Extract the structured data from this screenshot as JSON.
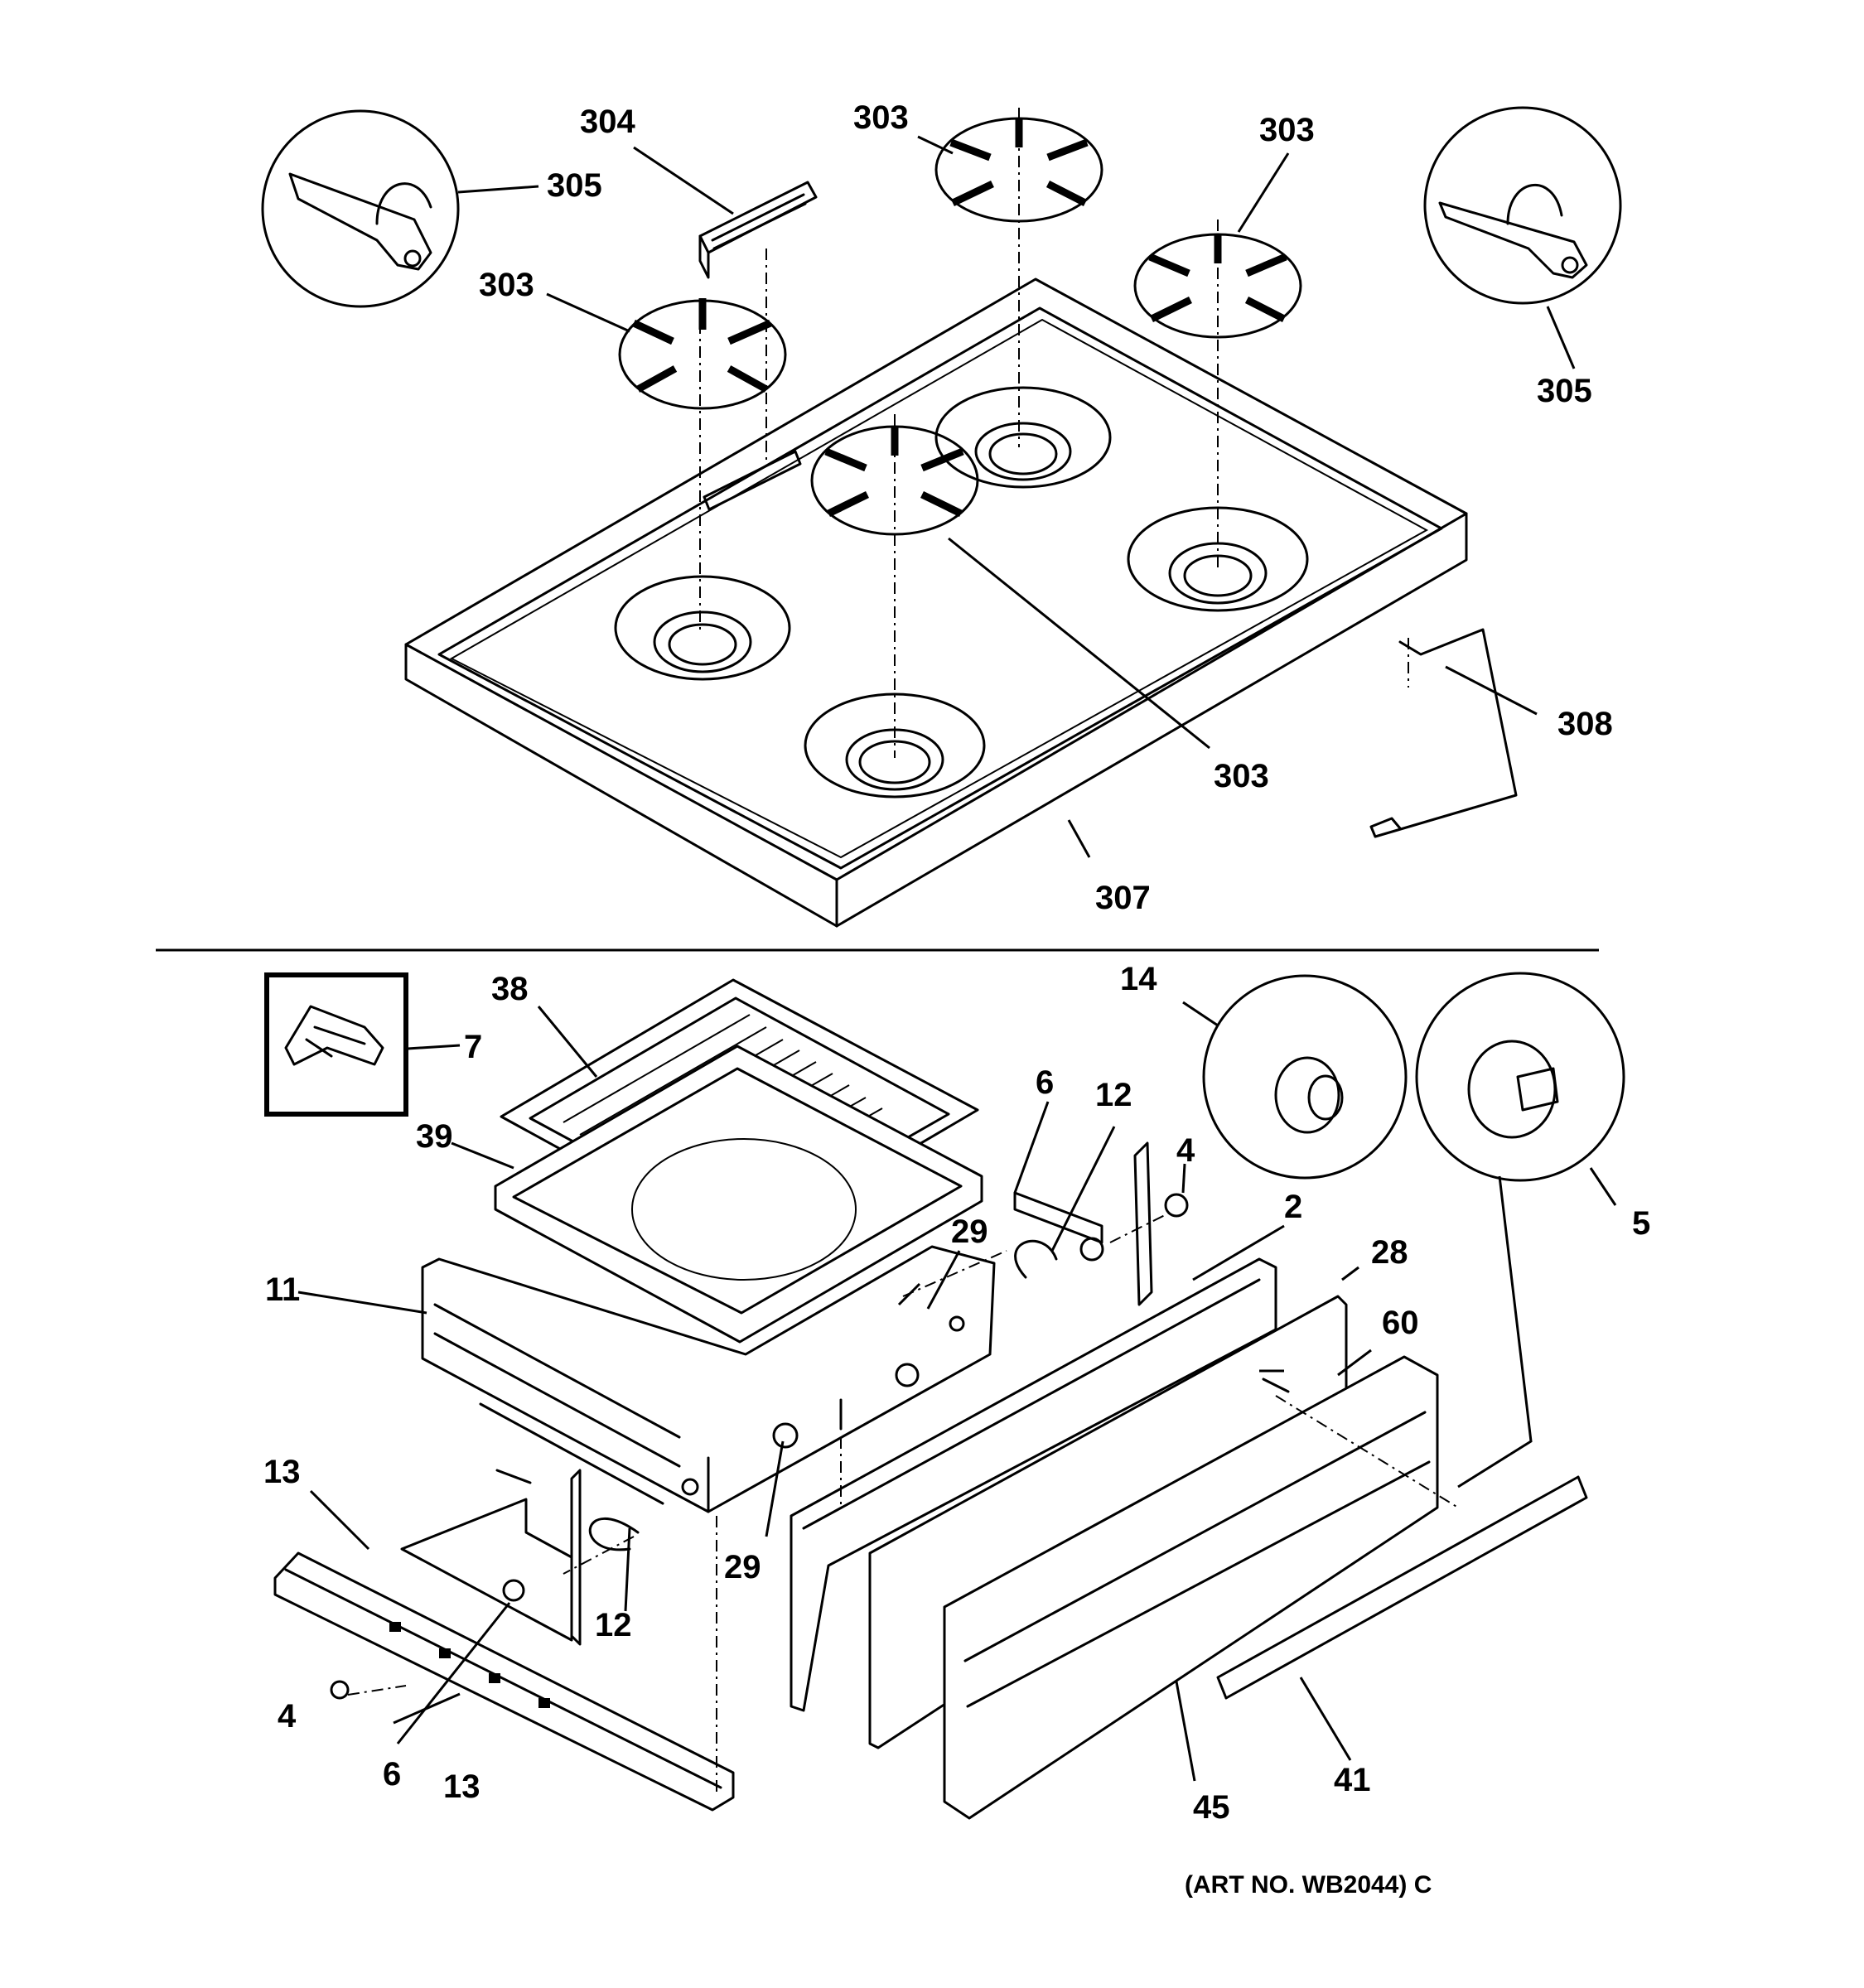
{
  "labels": {
    "p304": "304",
    "p303a": "303",
    "p303b": "303",
    "p303c": "303",
    "p303d": "303",
    "p305a": "305",
    "p305b": "305",
    "p307": "307",
    "p308": "308",
    "p38": "38",
    "p39": "39",
    "p7": "7",
    "p11": "11",
    "p6a": "6",
    "p12a": "12",
    "p4a": "4",
    "p14": "14",
    "p5": "5",
    "p2": "2",
    "p28": "28",
    "p60": "60",
    "p29a": "29",
    "p29b": "29",
    "p13a": "13",
    "p13b": "13",
    "p12b": "12",
    "p4b": "4",
    "p6b": "6",
    "p45": "45",
    "p41": "41"
  },
  "art_number": "(ART NO. WB2044) C"
}
